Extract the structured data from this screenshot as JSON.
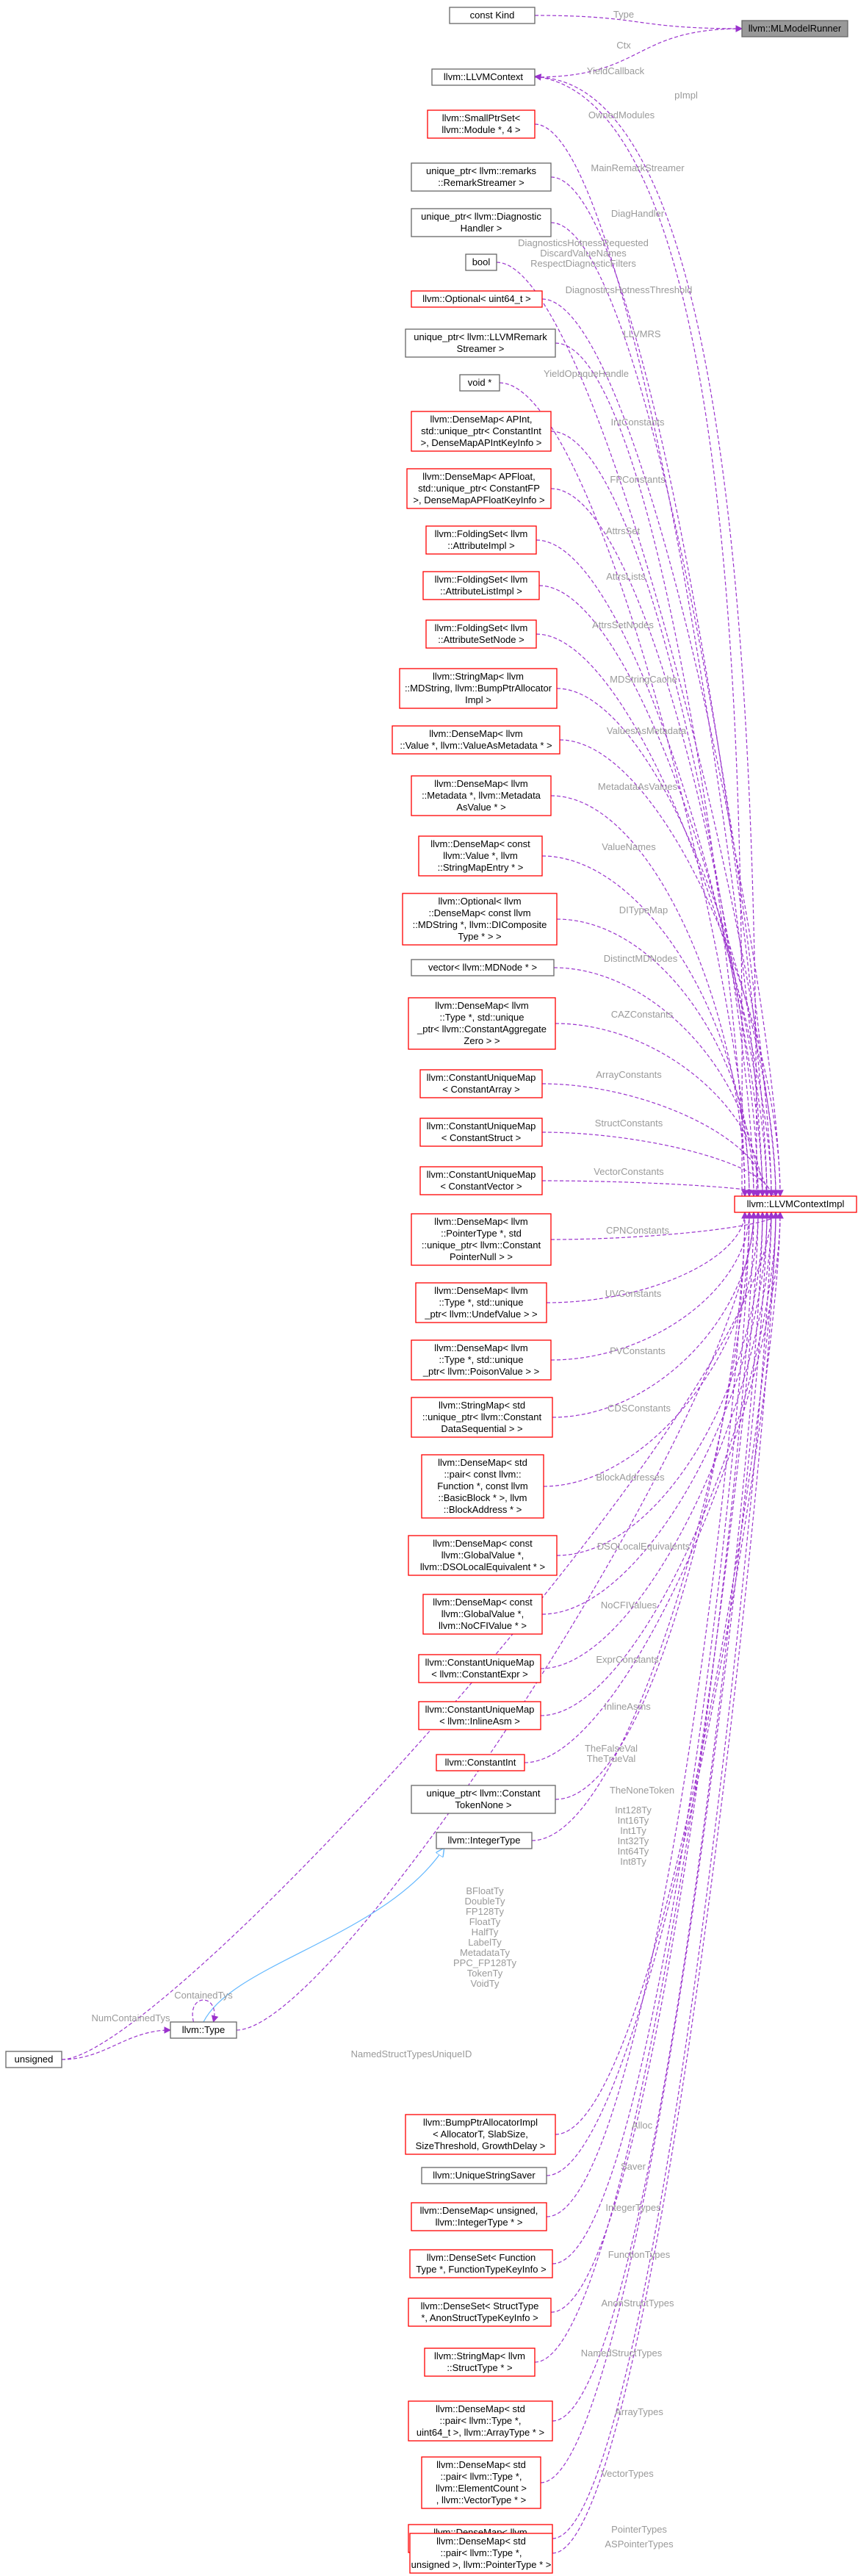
{
  "nodes": [
    {
      "id": "kind",
      "lines": [
        "const Kind"
      ],
      "style": "plain"
    },
    {
      "id": "mlrunner",
      "lines": [
        "llvm::MLModelRunner"
      ],
      "style": "gray"
    },
    {
      "id": "ctx",
      "lines": [
        "llvm::LLVMContext"
      ],
      "style": "plain"
    },
    {
      "id": "smallptrset",
      "lines": [
        "llvm::SmallPtrSet<",
        "llvm::Module *, 4 >"
      ],
      "style": "red"
    },
    {
      "id": "remarkstreamer",
      "lines": [
        "unique_ptr< llvm::remarks",
        "::RemarkStreamer >"
      ],
      "style": "plain"
    },
    {
      "id": "diaghandler",
      "lines": [
        "unique_ptr< llvm::Diagnostic",
        "Handler >"
      ],
      "style": "plain"
    },
    {
      "id": "bool",
      "lines": [
        "bool"
      ],
      "style": "plain"
    },
    {
      "id": "optuint64",
      "lines": [
        "llvm::Optional< uint64_t >"
      ],
      "style": "red"
    },
    {
      "id": "llvmremarkstreamer",
      "lines": [
        "unique_ptr< llvm::LLVMRemark",
        "Streamer >"
      ],
      "style": "plain"
    },
    {
      "id": "voidptr",
      "lines": [
        "void *"
      ],
      "style": "plain"
    },
    {
      "id": "dm_apint",
      "lines": [
        "llvm::DenseMap< APInt,",
        "std::unique_ptr< ConstantInt",
        ">, DenseMapAPIntKeyInfo >"
      ],
      "style": "red"
    },
    {
      "id": "dm_apfloat",
      "lines": [
        "llvm::DenseMap< APFloat,",
        "std::unique_ptr< ConstantFP",
        ">, DenseMapAPFloatKeyInfo >"
      ],
      "style": "red"
    },
    {
      "id": "fs_attrimpl",
      "lines": [
        "llvm::FoldingSet< llvm",
        "::AttributeImpl >"
      ],
      "style": "red"
    },
    {
      "id": "fs_attrlist",
      "lines": [
        "llvm::FoldingSet< llvm",
        "::AttributeListImpl >"
      ],
      "style": "red"
    },
    {
      "id": "fs_attrset",
      "lines": [
        "llvm::FoldingSet< llvm",
        "::AttributeSetNode >"
      ],
      "style": "red"
    },
    {
      "id": "sm_mdstring",
      "lines": [
        "llvm::StringMap< llvm",
        "::MDString, llvm::BumpPtrAllocator",
        "Impl >"
      ],
      "style": "red"
    },
    {
      "id": "dm_valasmd",
      "lines": [
        "llvm::DenseMap< llvm",
        "::Value *, llvm::ValueAsMetadata * >"
      ],
      "style": "red"
    },
    {
      "id": "dm_mdasval",
      "lines": [
        "llvm::DenseMap< llvm",
        "::Metadata *, llvm::Metadata",
        "AsValue * >"
      ],
      "style": "red"
    },
    {
      "id": "dm_valnames",
      "lines": [
        "llvm::DenseMap< const",
        "llvm::Value *, llvm",
        "::StringMapEntry * >"
      ],
      "style": "red"
    },
    {
      "id": "opt_ditypemap",
      "lines": [
        "llvm::Optional< llvm",
        "::DenseMap< const llvm",
        "::MDString *, llvm::DIComposite",
        "Type * > >"
      ],
      "style": "red"
    },
    {
      "id": "vec_mdnode",
      "lines": [
        "vector< llvm::MDNode * >"
      ],
      "style": "plain"
    },
    {
      "id": "dm_caz",
      "lines": [
        "llvm::DenseMap< llvm",
        "::Type *, std::unique",
        "_ptr< llvm::ConstantAggregate",
        "Zero > >"
      ],
      "style": "red"
    },
    {
      "id": "cum_array",
      "lines": [
        "llvm::ConstantUniqueMap",
        "< ConstantArray >"
      ],
      "style": "red"
    },
    {
      "id": "cum_struct",
      "lines": [
        "llvm::ConstantUniqueMap",
        "< ConstantStruct >"
      ],
      "style": "red"
    },
    {
      "id": "cum_vector",
      "lines": [
        "llvm::ConstantUniqueMap",
        "< ConstantVector >"
      ],
      "style": "red"
    },
    {
      "id": "ctximpl",
      "lines": [
        "llvm::LLVMContextImpl"
      ],
      "style": "red"
    },
    {
      "id": "dm_cpn",
      "lines": [
        "llvm::DenseMap< llvm",
        "::PointerType *, std",
        "::unique_ptr< llvm::Constant",
        "PointerNull > >"
      ],
      "style": "red"
    },
    {
      "id": "dm_undef",
      "lines": [
        "llvm::DenseMap< llvm",
        "::Type *, std::unique",
        "_ptr< llvm::UndefValue > >"
      ],
      "style": "red"
    },
    {
      "id": "dm_poison",
      "lines": [
        "llvm::DenseMap< llvm",
        "::Type *, std::unique",
        "_ptr< llvm::PoisonValue > >"
      ],
      "style": "red"
    },
    {
      "id": "sm_cds",
      "lines": [
        "llvm::StringMap< std",
        "::unique_ptr< llvm::Constant",
        "DataSequential > >"
      ],
      "style": "red"
    },
    {
      "id": "dm_blockaddr",
      "lines": [
        "llvm::DenseMap< std",
        "::pair< const llvm::",
        "Function *, const llvm",
        "::BasicBlock * >, llvm",
        "::BlockAddress * >"
      ],
      "style": "red"
    },
    {
      "id": "dm_dsolocal",
      "lines": [
        "llvm::DenseMap< const",
        "llvm::GlobalValue *,",
        "llvm::DSOLocalEquivalent * >"
      ],
      "style": "red"
    },
    {
      "id": "dm_nocfi",
      "lines": [
        "llvm::DenseMap< const",
        "llvm::GlobalValue *,",
        "llvm::NoCFIValue * >"
      ],
      "style": "red"
    },
    {
      "id": "cum_expr",
      "lines": [
        "llvm::ConstantUniqueMap",
        "< llvm::ConstantExpr >"
      ],
      "style": "red"
    },
    {
      "id": "cum_inlineasm",
      "lines": [
        "llvm::ConstantUniqueMap",
        "< llvm::InlineAsm >"
      ],
      "style": "red"
    },
    {
      "id": "constantint",
      "lines": [
        "llvm::ConstantInt"
      ],
      "style": "red"
    },
    {
      "id": "up_tokennone",
      "lines": [
        "unique_ptr< llvm::Constant",
        "TokenNone >"
      ],
      "style": "plain"
    },
    {
      "id": "integertype",
      "lines": [
        "llvm::IntegerType"
      ],
      "style": "plain"
    },
    {
      "id": "type",
      "lines": [
        "llvm::Type"
      ],
      "style": "plain"
    },
    {
      "id": "unsigned",
      "lines": [
        "unsigned"
      ],
      "style": "plain"
    },
    {
      "id": "bumpalloc",
      "lines": [
        "llvm::BumpPtrAllocatorImpl",
        "< AllocatorT, SlabSize,",
        "SizeThreshold, GrowthDelay >"
      ],
      "style": "red"
    },
    {
      "id": "uss",
      "lines": [
        "llvm::UniqueStringSaver"
      ],
      "style": "plain"
    },
    {
      "id": "dm_inttypes",
      "lines": [
        "llvm::DenseMap< unsigned,",
        "llvm::IntegerType * >"
      ],
      "style": "red"
    },
    {
      "id": "ds_functypes",
      "lines": [
        "llvm::DenseSet< Function",
        "Type *, FunctionTypeKeyInfo >"
      ],
      "style": "red"
    },
    {
      "id": "ds_anonstruct",
      "lines": [
        "llvm::DenseSet< StructType",
        "*, AnonStructTypeKeyInfo >"
      ],
      "style": "red"
    },
    {
      "id": "sm_namedstruct",
      "lines": [
        "llvm::StringMap< llvm",
        "::StructType * >"
      ],
      "style": "red"
    },
    {
      "id": "dm_arraytypes",
      "lines": [
        "llvm::DenseMap< std",
        "::pair< llvm::Type *,",
        "uint64_t >, llvm::ArrayType * >"
      ],
      "style": "red"
    },
    {
      "id": "dm_vectortypes",
      "lines": [
        "llvm::DenseMap< std",
        "::pair< llvm::Type *,",
        "llvm::ElementCount >",
        ", llvm::VectorType * >"
      ],
      "style": "red"
    },
    {
      "id": "dm_pointertypes",
      "lines": [
        "llvm::DenseMap< llvm",
        "::Type *, llvm::PointerType * >"
      ],
      "style": "red"
    },
    {
      "id": "dm_aspointertypes",
      "lines": [
        "llvm::DenseMap< std",
        "::pair< llvm::Type *,",
        "unsigned >, llvm::PointerType * >"
      ],
      "style": "red"
    }
  ],
  "edges": [
    {
      "from": "kind",
      "to": "mlrunner",
      "label": [
        "Type"
      ],
      "kind": "usage"
    },
    {
      "from": "ctx",
      "to": "mlrunner",
      "label": [
        "Ctx"
      ],
      "kind": "usage"
    },
    {
      "from": "ctx",
      "to": "ctximpl",
      "label": [
        "YieldCallback"
      ],
      "kind": "usage"
    },
    {
      "from": "ctximpl",
      "to": "ctx",
      "label": [
        "pImpl"
      ],
      "kind": "usage"
    },
    {
      "from": "smallptrset",
      "to": "ctximpl",
      "label": [
        "OwnedModules"
      ],
      "kind": "usage"
    },
    {
      "from": "remarkstreamer",
      "to": "ctximpl",
      "label": [
        "MainRemarkStreamer"
      ],
      "kind": "usage"
    },
    {
      "from": "diaghandler",
      "to": "ctximpl",
      "label": [
        "DiagHandler"
      ],
      "kind": "usage"
    },
    {
      "from": "bool",
      "to": "ctximpl",
      "label": [
        "DiagnosticsHotnessRequested",
        "DiscardValueNames",
        "RespectDiagnosticFilters"
      ],
      "kind": "usage"
    },
    {
      "from": "optuint64",
      "to": "ctximpl",
      "label": [
        "DiagnosticsHotnessThreshold"
      ],
      "kind": "usage"
    },
    {
      "from": "llvmremarkstreamer",
      "to": "ctximpl",
      "label": [
        "LLVMRS"
      ],
      "kind": "usage"
    },
    {
      "from": "voidptr",
      "to": "ctximpl",
      "label": [
        "YieldOpaqueHandle"
      ],
      "kind": "usage"
    },
    {
      "from": "dm_apint",
      "to": "ctximpl",
      "label": [
        "IntConstants"
      ],
      "kind": "usage"
    },
    {
      "from": "dm_apfloat",
      "to": "ctximpl",
      "label": [
        "FPConstants"
      ],
      "kind": "usage"
    },
    {
      "from": "fs_attrimpl",
      "to": "ctximpl",
      "label": [
        "AttrsSet"
      ],
      "kind": "usage"
    },
    {
      "from": "fs_attrlist",
      "to": "ctximpl",
      "label": [
        "AttrsLists"
      ],
      "kind": "usage"
    },
    {
      "from": "fs_attrset",
      "to": "ctximpl",
      "label": [
        "AttrsSetNodes"
      ],
      "kind": "usage"
    },
    {
      "from": "sm_mdstring",
      "to": "ctximpl",
      "label": [
        "MDStringCache"
      ],
      "kind": "usage"
    },
    {
      "from": "dm_valasmd",
      "to": "ctximpl",
      "label": [
        "ValuesAsMetadata"
      ],
      "kind": "usage"
    },
    {
      "from": "dm_mdasval",
      "to": "ctximpl",
      "label": [
        "MetadataAsValues"
      ],
      "kind": "usage"
    },
    {
      "from": "dm_valnames",
      "to": "ctximpl",
      "label": [
        "ValueNames"
      ],
      "kind": "usage"
    },
    {
      "from": "opt_ditypemap",
      "to": "ctximpl",
      "label": [
        "DITypeMap"
      ],
      "kind": "usage"
    },
    {
      "from": "vec_mdnode",
      "to": "ctximpl",
      "label": [
        "DistinctMDNodes"
      ],
      "kind": "usage"
    },
    {
      "from": "dm_caz",
      "to": "ctximpl",
      "label": [
        "CAZConstants"
      ],
      "kind": "usage"
    },
    {
      "from": "cum_array",
      "to": "ctximpl",
      "label": [
        "ArrayConstants"
      ],
      "kind": "usage"
    },
    {
      "from": "cum_struct",
      "to": "ctximpl",
      "label": [
        "StructConstants"
      ],
      "kind": "usage"
    },
    {
      "from": "cum_vector",
      "to": "ctximpl",
      "label": [
        "VectorConstants"
      ],
      "kind": "usage"
    },
    {
      "from": "dm_cpn",
      "to": "ctximpl",
      "label": [
        "CPNConstants"
      ],
      "kind": "usage"
    },
    {
      "from": "dm_undef",
      "to": "ctximpl",
      "label": [
        "UVConstants"
      ],
      "kind": "usage"
    },
    {
      "from": "dm_poison",
      "to": "ctximpl",
      "label": [
        "PVConstants"
      ],
      "kind": "usage"
    },
    {
      "from": "sm_cds",
      "to": "ctximpl",
      "label": [
        "CDSConstants"
      ],
      "kind": "usage"
    },
    {
      "from": "dm_blockaddr",
      "to": "ctximpl",
      "label": [
        "BlockAddresses"
      ],
      "kind": "usage"
    },
    {
      "from": "dm_dsolocal",
      "to": "ctximpl",
      "label": [
        "DSOLocalEquivalents"
      ],
      "kind": "usage"
    },
    {
      "from": "dm_nocfi",
      "to": "ctximpl",
      "label": [
        "NoCFIValues"
      ],
      "kind": "usage"
    },
    {
      "from": "cum_expr",
      "to": "ctximpl",
      "label": [
        "ExprConstants"
      ],
      "kind": "usage"
    },
    {
      "from": "cum_inlineasm",
      "to": "ctximpl",
      "label": [
        "InlineAsms"
      ],
      "kind": "usage"
    },
    {
      "from": "constantint",
      "to": "ctximpl",
      "label": [
        "TheFalseVal",
        "TheTrueVal"
      ],
      "kind": "usage"
    },
    {
      "from": "up_tokennone",
      "to": "ctximpl",
      "label": [
        "TheNoneToken"
      ],
      "kind": "usage"
    },
    {
      "from": "integertype",
      "to": "ctximpl",
      "label": [
        "Int128Ty",
        "Int16Ty",
        "Int1Ty",
        "Int32Ty",
        "Int64Ty",
        "Int8Ty"
      ],
      "kind": "usage"
    },
    {
      "from": "type",
      "to": "ctximpl",
      "label": [
        "BFloatTy",
        "DoubleTy",
        "FP128Ty",
        "FloatTy",
        "HalfTy",
        "LabelTy",
        "MetadataTy",
        "PPC_FP128Ty",
        "TokenTy",
        "VoidTy"
      ],
      "kind": "usage"
    },
    {
      "from": "type",
      "to": "integertype",
      "label": [],
      "kind": "inherit"
    },
    {
      "from": "type",
      "to": "type",
      "label": [
        "ContainedTys"
      ],
      "kind": "usage"
    },
    {
      "from": "unsigned",
      "to": "type",
      "label": [
        "NumContainedTys"
      ],
      "kind": "usage"
    },
    {
      "from": "unsigned",
      "to": "ctximpl",
      "label": [
        "NamedStructTypesUniqueID"
      ],
      "kind": "usage"
    },
    {
      "from": "bumpalloc",
      "to": "ctximpl",
      "label": [
        "Alloc"
      ],
      "kind": "usage"
    },
    {
      "from": "uss",
      "to": "ctximpl",
      "label": [
        "Saver"
      ],
      "kind": "usage"
    },
    {
      "from": "dm_inttypes",
      "to": "ctximpl",
      "label": [
        "IntegerTypes"
      ],
      "kind": "usage"
    },
    {
      "from": "ds_functypes",
      "to": "ctximpl",
      "label": [
        "FunctionTypes"
      ],
      "kind": "usage"
    },
    {
      "from": "ds_anonstruct",
      "to": "ctximpl",
      "label": [
        "AnonStructTypes"
      ],
      "kind": "usage"
    },
    {
      "from": "sm_namedstruct",
      "to": "ctximpl",
      "label": [
        "NamedStructTypes"
      ],
      "kind": "usage"
    },
    {
      "from": "dm_arraytypes",
      "to": "ctximpl",
      "label": [
        "ArrayTypes"
      ],
      "kind": "usage"
    },
    {
      "from": "dm_vectortypes",
      "to": "ctximpl",
      "label": [
        "VectorTypes"
      ],
      "kind": "usage"
    },
    {
      "from": "dm_pointertypes",
      "to": "ctximpl",
      "label": [
        "PointerTypes"
      ],
      "kind": "usage"
    },
    {
      "from": "dm_aspointertypes",
      "to": "ctximpl",
      "label": [
        "ASPointerTypes"
      ],
      "kind": "usage"
    }
  ],
  "colors": {
    "plain_border": "#666666",
    "red_border": "#ff0000",
    "gray_fill": "#999999",
    "usage_edge": "#9a32cd",
    "inherit_edge": "#63b8ff",
    "edge_label": "#9a9a9a"
  }
}
